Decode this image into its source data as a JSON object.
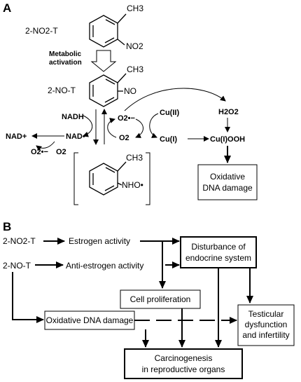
{
  "panel_a": {
    "label": "A",
    "mol1": {
      "name": "2-NO2-T",
      "ch3": "CH3",
      "group": "NO2"
    },
    "activation": {
      "line1": "Metabolic",
      "line2": "activation"
    },
    "mol2": {
      "name": "2-NO-T",
      "ch3": "CH3",
      "group": "NO"
    },
    "mol3": {
      "ch3": "CH3",
      "group": "NHO•"
    },
    "species": {
      "nadh": "NADH",
      "nad_rad": "NAD•",
      "nad_plus": "NAD+",
      "o2_rad_left": "O2•−",
      "o2_left": "O2",
      "o2_rad": "O2•−",
      "o2": "O2",
      "cu2": "Cu(II)",
      "cu1": "Cu(I)",
      "h2o2": "H2O2",
      "cuooh": "Cu(I)OOH"
    },
    "damage_box": {
      "line1": "Oxidative",
      "line2": "DNA damage"
    }
  },
  "panel_b": {
    "label": "B",
    "compound1": "2-NO2-T",
    "compound2": "2-NO-T",
    "estrogen": "Estrogen activity",
    "antiestrogen": "Anti-estrogen activity",
    "disturbance": {
      "line1": "Disturbance of",
      "line2": "endocrine system"
    },
    "cell_prolif": "Cell proliferation",
    "ox_damage": "Oxidative DNA damage",
    "testicular": {
      "line1": "Testicular",
      "line2": "dysfunction",
      "line3": "and infertility"
    },
    "carcinogenesis": {
      "line1": "Carcinogenesis",
      "line2": "in reproductive organs"
    }
  }
}
